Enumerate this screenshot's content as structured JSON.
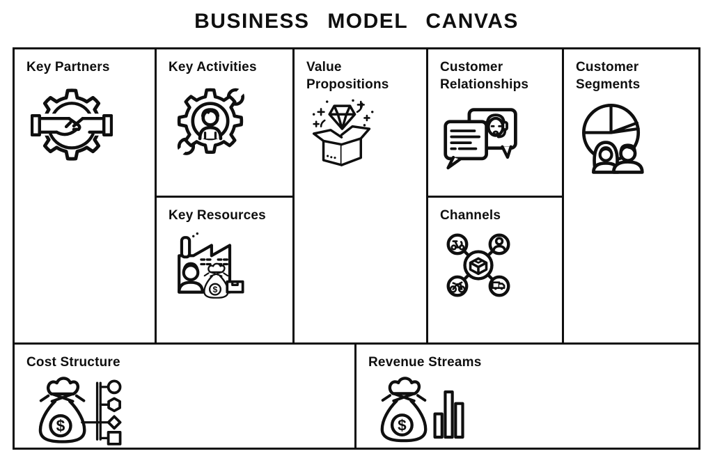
{
  "title": "BUSINESS MODEL CANVAS",
  "sections": {
    "key_partners": {
      "label": "Key Partners",
      "icon": "handshake-in-gear"
    },
    "key_activities": {
      "label": "Key Activities",
      "icon": "gear-person-wrench"
    },
    "key_resources": {
      "label": "Key Resources",
      "icon": "factory-worker-moneybag-box"
    },
    "value_propositions": {
      "label": "Value Propositions",
      "icon": "open-box-diamond-sparkles"
    },
    "customer_relationships": {
      "label": "Customer Relationships",
      "icon": "chat-bubbles-support-agent"
    },
    "channels": {
      "label": "Channels",
      "icon": "package-distribution-network"
    },
    "customer_segments": {
      "label": "Customer Segments",
      "icon": "pie-chart-two-people"
    },
    "cost_structure": {
      "label": "Cost Structure",
      "icon": "moneybag-flowchart"
    },
    "revenue_streams": {
      "label": "Revenue Streams",
      "icon": "moneybag-barchart"
    }
  },
  "glyphs": {
    "dollar": "$"
  },
  "colors": {
    "ink": "#0f0f0f",
    "background": "#ffffff",
    "border": "#0f0f0f"
  }
}
